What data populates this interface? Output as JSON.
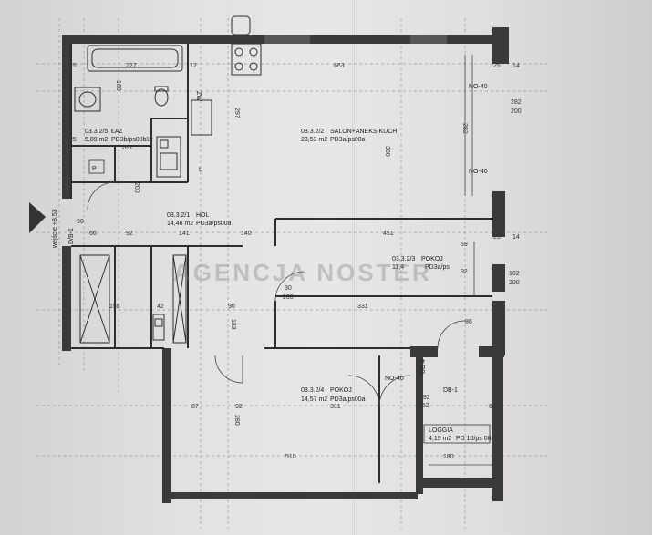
{
  "rooms": {
    "bathroom": {
      "code": "03.3.2/5",
      "name": "ŁAZ",
      "area": "5,89 m2",
      "finish": "PD3b/ps00b"
    },
    "salon": {
      "code": "03.3.2/2",
      "name": "SALON+ANEKS KUCH",
      "area": "23,53 m2",
      "finish": "PD3a/ps00a"
    },
    "hall": {
      "code": "03.3.2/1",
      "name": "HOL",
      "area": "14,46 m2",
      "finish": "PD3a/ps00a"
    },
    "room1": {
      "code": "03.3.2/3",
      "name": "POKOJ",
      "area": "11,4",
      "finish": "PD3a/ps"
    },
    "room2": {
      "code": "03.3.2/4",
      "name": "POKOJ",
      "area": "14,57 m2",
      "finish": "PD3a/ps00a"
    },
    "loggia": {
      "name": "LOGGIA",
      "area": "4,19 m2",
      "finish": "PD 10/ps 08"
    }
  },
  "symbols": {
    "p": "P",
    "l": "L",
    "zw": "ZW",
    "d1": "DB-1",
    "d4": "DB-4",
    "no1": "NO-40",
    "no2": "NO-40",
    "no3": "NO-40"
  },
  "level": {
    "elev": "wejście +8,53",
    "ds": "D/B-1"
  },
  "watermark": "AGENCJA NOSTER",
  "dims": {
    "d25a": "25",
    "d227": "227",
    "d12a": "12",
    "d663": "663",
    "d160": "160",
    "d297": "297",
    "d380": "380",
    "d282": "282",
    "d200a": "200",
    "d14a": "14",
    "d25b": "25",
    "d25c": "25",
    "d165": "165",
    "d12b": "12",
    "d200b": "200",
    "d90": "90",
    "d66": "66",
    "d92": "92",
    "d141": "141",
    "d140": "140",
    "d451": "451",
    "d59": "59",
    "d92b": "92",
    "d86": "86",
    "d102": "102",
    "d200c": "200",
    "d158": "158",
    "d42": "42",
    "d90b": "90",
    "d80": "80",
    "d331": "331",
    "d200d": "200",
    "d183": "183",
    "d87": "87",
    "d92c": "92",
    "d331b": "331",
    "d192": "192",
    "d252": "252",
    "d180": "180",
    "d510": "510",
    "d63": "63",
    "d280": "280",
    "d25d": "25",
    "d14b": "14"
  }
}
